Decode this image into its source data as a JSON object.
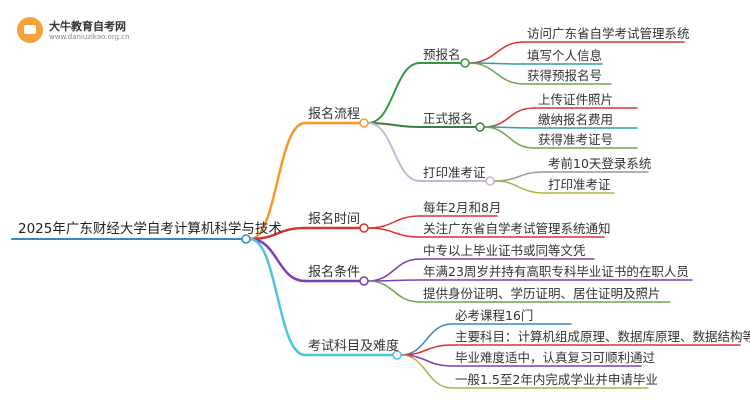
{
  "logo": {
    "title": "大牛教育自考网",
    "url": "www.daniuzikao.org.cn"
  },
  "colors": {
    "root": "#3a87c8",
    "flow": "#f39a2b",
    "time": "#d9332f",
    "cond": "#7b3fb4",
    "exam": "#4fc3e0",
    "pre": "#2e9c3f",
    "formal": "#3a7d44",
    "print": "#c9b3e0",
    "line_red": "#d9332f",
    "line_teal": "#2e9ea6",
    "line_green": "#6aa84f",
    "line_olive": "#b5b04a",
    "line_gray": "#999999"
  },
  "root": {
    "label": "2025年广东财经大学自考计算机科学与技术"
  },
  "branches": [
    {
      "key": "flow",
      "label": "报名流程",
      "children": [
        {
          "key": "pre",
          "label": "预报名",
          "children": [
            "访问广东省自学考试管理系统",
            "填写个人信息",
            "获得预报名号"
          ]
        },
        {
          "key": "formal",
          "label": "正式报名",
          "children": [
            "上传证件照片",
            "缴纳报名费用",
            "获得准考证号"
          ]
        },
        {
          "key": "print",
          "label": "打印准考证",
          "children": [
            "考前10天登录系统",
            "打印准考证"
          ]
        }
      ]
    },
    {
      "key": "time",
      "label": "报名时间",
      "leaves": [
        "每年2月和8月",
        "关注广东省自学考试管理系统通知"
      ]
    },
    {
      "key": "cond",
      "label": "报名条件",
      "leaves": [
        "中专以上毕业证书或同等文凭",
        "年满23周岁并持有高职专科毕业证书的在职人员",
        "提供身份证明、学历证明、居住证明及照片"
      ]
    },
    {
      "key": "exam",
      "label": "考试科目及难度",
      "leaves": [
        "必考课程16门",
        "主要科目：计算机组成原理、数据库原理、数据结构等",
        "毕业难度适中，认真复习可顺利通过",
        "一般1.5至2年内完成学业并申请毕业"
      ]
    }
  ]
}
